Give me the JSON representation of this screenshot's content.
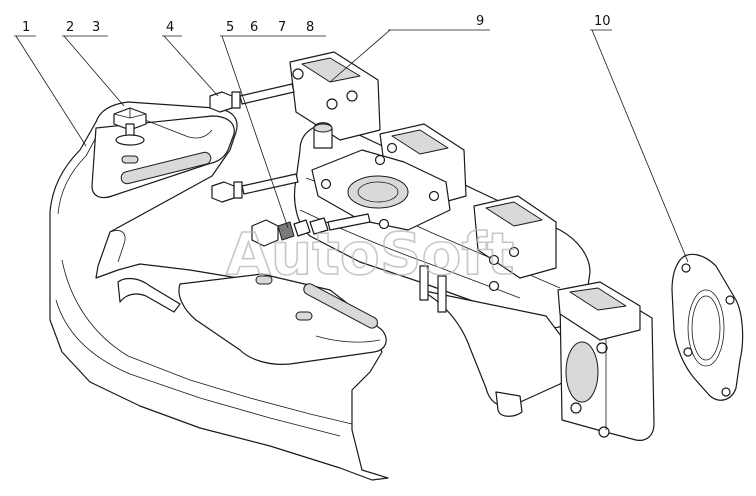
{
  "callouts": {
    "c1": "1",
    "c2": "2",
    "c3": "3",
    "c4": "4",
    "c5": "5",
    "c6": "6",
    "c7": "7",
    "c8": "8",
    "c9": "9",
    "c10": "10"
  },
  "watermark": "AutoSoft"
}
